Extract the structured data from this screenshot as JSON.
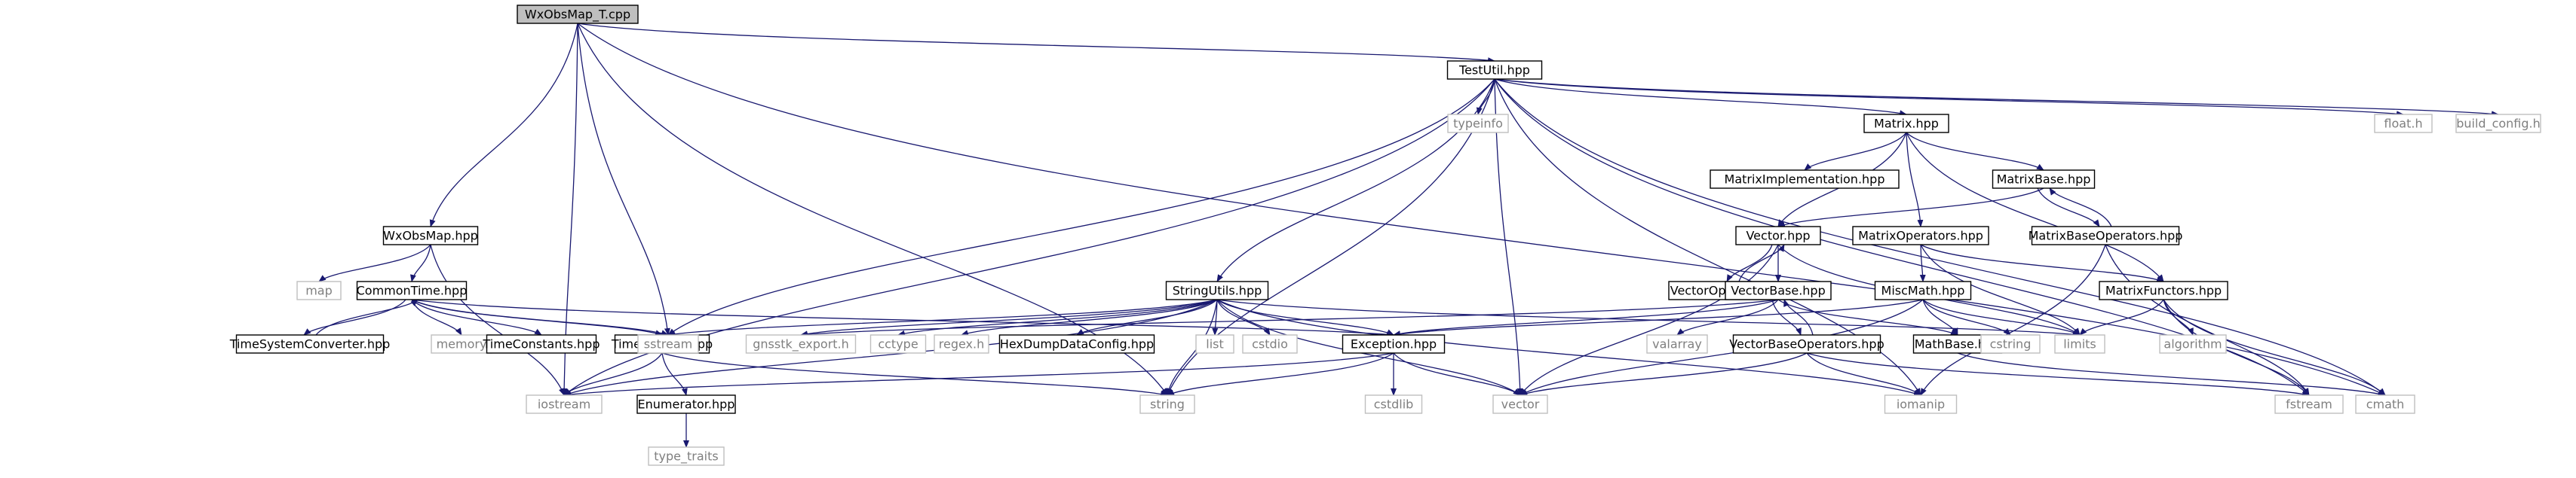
{
  "colors": {
    "edge": "#191970",
    "box_border": "#000000",
    "box_fill": "#ffffff",
    "root_fill": "#bfbfbf",
    "external_border": "#bfbfbf",
    "external_text": "#7f7f7f",
    "text": "#000000"
  },
  "nodes": [
    {
      "id": "root",
      "label": "WxObsMap_T.cpp",
      "kind": "root"
    },
    {
      "id": "testutil",
      "label": "TestUtil.hpp",
      "kind": "file"
    },
    {
      "id": "typeinfo",
      "label": "typeinfo",
      "kind": "external"
    },
    {
      "id": "floath",
      "label": "float.h",
      "kind": "external"
    },
    {
      "id": "buildcfg",
      "label": "build_config.h",
      "kind": "external"
    },
    {
      "id": "matrix",
      "label": "Matrix.hpp",
      "kind": "file"
    },
    {
      "id": "matriximpl",
      "label": "MatrixImplementation.hpp",
      "kind": "file"
    },
    {
      "id": "matrixbase",
      "label": "MatrixBase.hpp",
      "kind": "file"
    },
    {
      "id": "matrixbaseops",
      "label": "MatrixBaseOperators.hpp",
      "kind": "file"
    },
    {
      "id": "matrixops",
      "label": "MatrixOperators.hpp",
      "kind": "file"
    },
    {
      "id": "matrixfunctors",
      "label": "MatrixFunctors.hpp",
      "kind": "file"
    },
    {
      "id": "algorithm",
      "label": "algorithm",
      "kind": "external"
    },
    {
      "id": "vectorhpp",
      "label": "Vector.hpp",
      "kind": "file"
    },
    {
      "id": "vectorops",
      "label": "VectorOperators.hpp",
      "kind": "file"
    },
    {
      "id": "vectorbase",
      "label": "VectorBase.hpp",
      "kind": "file"
    },
    {
      "id": "vectorbaseops",
      "label": "VectorBaseOperators.hpp",
      "kind": "file"
    },
    {
      "id": "miscmath",
      "label": "MiscMath.hpp",
      "kind": "file"
    },
    {
      "id": "mathbase",
      "label": "MathBase.hpp",
      "kind": "file"
    },
    {
      "id": "valarray",
      "label": "valarray",
      "kind": "external"
    },
    {
      "id": "cstring",
      "label": "cstring",
      "kind": "external"
    },
    {
      "id": "limits",
      "label": "limits",
      "kind": "external"
    },
    {
      "id": "stringutils",
      "label": "StringUtils.hpp",
      "kind": "file"
    },
    {
      "id": "wxobsmap",
      "label": "WxObsMap.hpp",
      "kind": "file"
    },
    {
      "id": "map",
      "label": "map",
      "kind": "external"
    },
    {
      "id": "commontime",
      "label": "CommonTime.hpp",
      "kind": "file"
    },
    {
      "id": "tsconverter",
      "label": "TimeSystemConverter.hpp",
      "kind": "file"
    },
    {
      "id": "memory",
      "label": "memory",
      "kind": "external"
    },
    {
      "id": "timeconst",
      "label": "TimeConstants.hpp",
      "kind": "file"
    },
    {
      "id": "timesystem",
      "label": "TimeSystem.hpp",
      "kind": "file"
    },
    {
      "id": "enumerator",
      "label": "Enumerator.hpp",
      "kind": "file"
    },
    {
      "id": "typetraits",
      "label": "type_traits",
      "kind": "external"
    },
    {
      "id": "sstream",
      "label": "sstream",
      "kind": "external"
    },
    {
      "id": "gnssexport",
      "label": "gnsstk_export.h",
      "kind": "external"
    },
    {
      "id": "cctype",
      "label": "cctype",
      "kind": "external"
    },
    {
      "id": "regexh",
      "label": "regex.h",
      "kind": "external"
    },
    {
      "id": "hexdump",
      "label": "HexDumpDataConfig.hpp",
      "kind": "file"
    },
    {
      "id": "list",
      "label": "list",
      "kind": "external"
    },
    {
      "id": "cstdio",
      "label": "cstdio",
      "kind": "external"
    },
    {
      "id": "exception",
      "label": "Exception.hpp",
      "kind": "file"
    },
    {
      "id": "cstdlib",
      "label": "cstdlib",
      "kind": "external"
    },
    {
      "id": "iostream",
      "label": "iostream",
      "kind": "external"
    },
    {
      "id": "string",
      "label": "string",
      "kind": "external"
    },
    {
      "id": "vector",
      "label": "vector",
      "kind": "external"
    },
    {
      "id": "iomanip",
      "label": "iomanip",
      "kind": "external"
    },
    {
      "id": "fstream",
      "label": "fstream",
      "kind": "external"
    },
    {
      "id": "cmath",
      "label": "cmath",
      "kind": "external"
    }
  ],
  "edges": [
    [
      "root",
      "testutil"
    ],
    [
      "root",
      "wxobsmap"
    ],
    [
      "root",
      "sstream"
    ],
    [
      "root",
      "string"
    ],
    [
      "root",
      "iostream"
    ],
    [
      "root",
      "cmath"
    ],
    [
      "testutil",
      "typeinfo"
    ],
    [
      "testutil",
      "floath"
    ],
    [
      "testutil",
      "buildcfg"
    ],
    [
      "testutil",
      "matrix"
    ],
    [
      "testutil",
      "stringutils"
    ],
    [
      "testutil",
      "sstream"
    ],
    [
      "testutil",
      "iostream"
    ],
    [
      "testutil",
      "string"
    ],
    [
      "testutil",
      "vector"
    ],
    [
      "testutil",
      "iomanip"
    ],
    [
      "testutil",
      "fstream"
    ],
    [
      "testutil",
      "cmath"
    ],
    [
      "matrix",
      "matriximpl"
    ],
    [
      "matrix",
      "matrixbase"
    ],
    [
      "matrix",
      "vectorhpp"
    ],
    [
      "matrix",
      "matrixops"
    ],
    [
      "matrix",
      "matrixfunctors"
    ],
    [
      "matrixbase",
      "vectorhpp"
    ],
    [
      "matrixbase",
      "matrixbaseops"
    ],
    [
      "matrixbaseops",
      "matrixbase"
    ],
    [
      "matrixbaseops",
      "fstream"
    ],
    [
      "matrixbaseops",
      "iomanip"
    ],
    [
      "matrixops",
      "miscmath"
    ],
    [
      "matrixops",
      "matrixfunctors"
    ],
    [
      "matrixops",
      "limits"
    ],
    [
      "matrixfunctors",
      "algorithm"
    ],
    [
      "matrixfunctors",
      "limits"
    ],
    [
      "matrixfunctors",
      "cmath"
    ],
    [
      "matrixfunctors",
      "fstream"
    ],
    [
      "vectorhpp",
      "vectorops"
    ],
    [
      "vectorops",
      "vectorhpp"
    ],
    [
      "vectorhpp",
      "vectorbase"
    ],
    [
      "vectorhpp",
      "limits"
    ],
    [
      "vectorhpp",
      "vector"
    ],
    [
      "vectorbase",
      "valarray"
    ],
    [
      "vectorbase",
      "exception"
    ],
    [
      "vectorbase",
      "vectorbaseops"
    ],
    [
      "vectorbase",
      "mathbase"
    ],
    [
      "vectorbase",
      "gnssexport"
    ],
    [
      "vectorbaseops",
      "vectorbase"
    ],
    [
      "vectorbaseops",
      "vector"
    ],
    [
      "vectorbaseops",
      "iomanip"
    ],
    [
      "vectorbaseops",
      "fstream"
    ],
    [
      "miscmath",
      "exception"
    ],
    [
      "miscmath",
      "mathbase"
    ],
    [
      "miscmath",
      "cstring"
    ],
    [
      "miscmath",
      "limits"
    ],
    [
      "miscmath",
      "vector"
    ],
    [
      "mathbase",
      "cmath"
    ],
    [
      "stringutils",
      "sstream"
    ],
    [
      "stringutils",
      "gnssexport"
    ],
    [
      "stringutils",
      "cctype"
    ],
    [
      "stringutils",
      "regexh"
    ],
    [
      "stringutils",
      "hexdump"
    ],
    [
      "stringutils",
      "list"
    ],
    [
      "stringutils",
      "cstdio"
    ],
    [
      "stringutils",
      "exception"
    ],
    [
      "stringutils",
      "string"
    ],
    [
      "stringutils",
      "vector"
    ],
    [
      "stringutils",
      "iomanip"
    ],
    [
      "stringutils",
      "limits"
    ],
    [
      "stringutils",
      "iostream"
    ],
    [
      "exception",
      "cstdlib"
    ],
    [
      "exception",
      "iostream"
    ],
    [
      "exception",
      "string"
    ],
    [
      "exception",
      "vector"
    ],
    [
      "wxobsmap",
      "map"
    ],
    [
      "wxobsmap",
      "commontime"
    ],
    [
      "wxobsmap",
      "iostream"
    ],
    [
      "commontime",
      "tsconverter"
    ],
    [
      "tsconverter",
      "commontime"
    ],
    [
      "commontime",
      "memory"
    ],
    [
      "commontime",
      "timeconst"
    ],
    [
      "commontime",
      "timesystem"
    ],
    [
      "commontime",
      "exception"
    ],
    [
      "commontime",
      "sstream"
    ],
    [
      "timesystem",
      "enumerator"
    ],
    [
      "timesystem",
      "iostream"
    ],
    [
      "timesystem",
      "string"
    ],
    [
      "enumerator",
      "typetraits"
    ]
  ]
}
